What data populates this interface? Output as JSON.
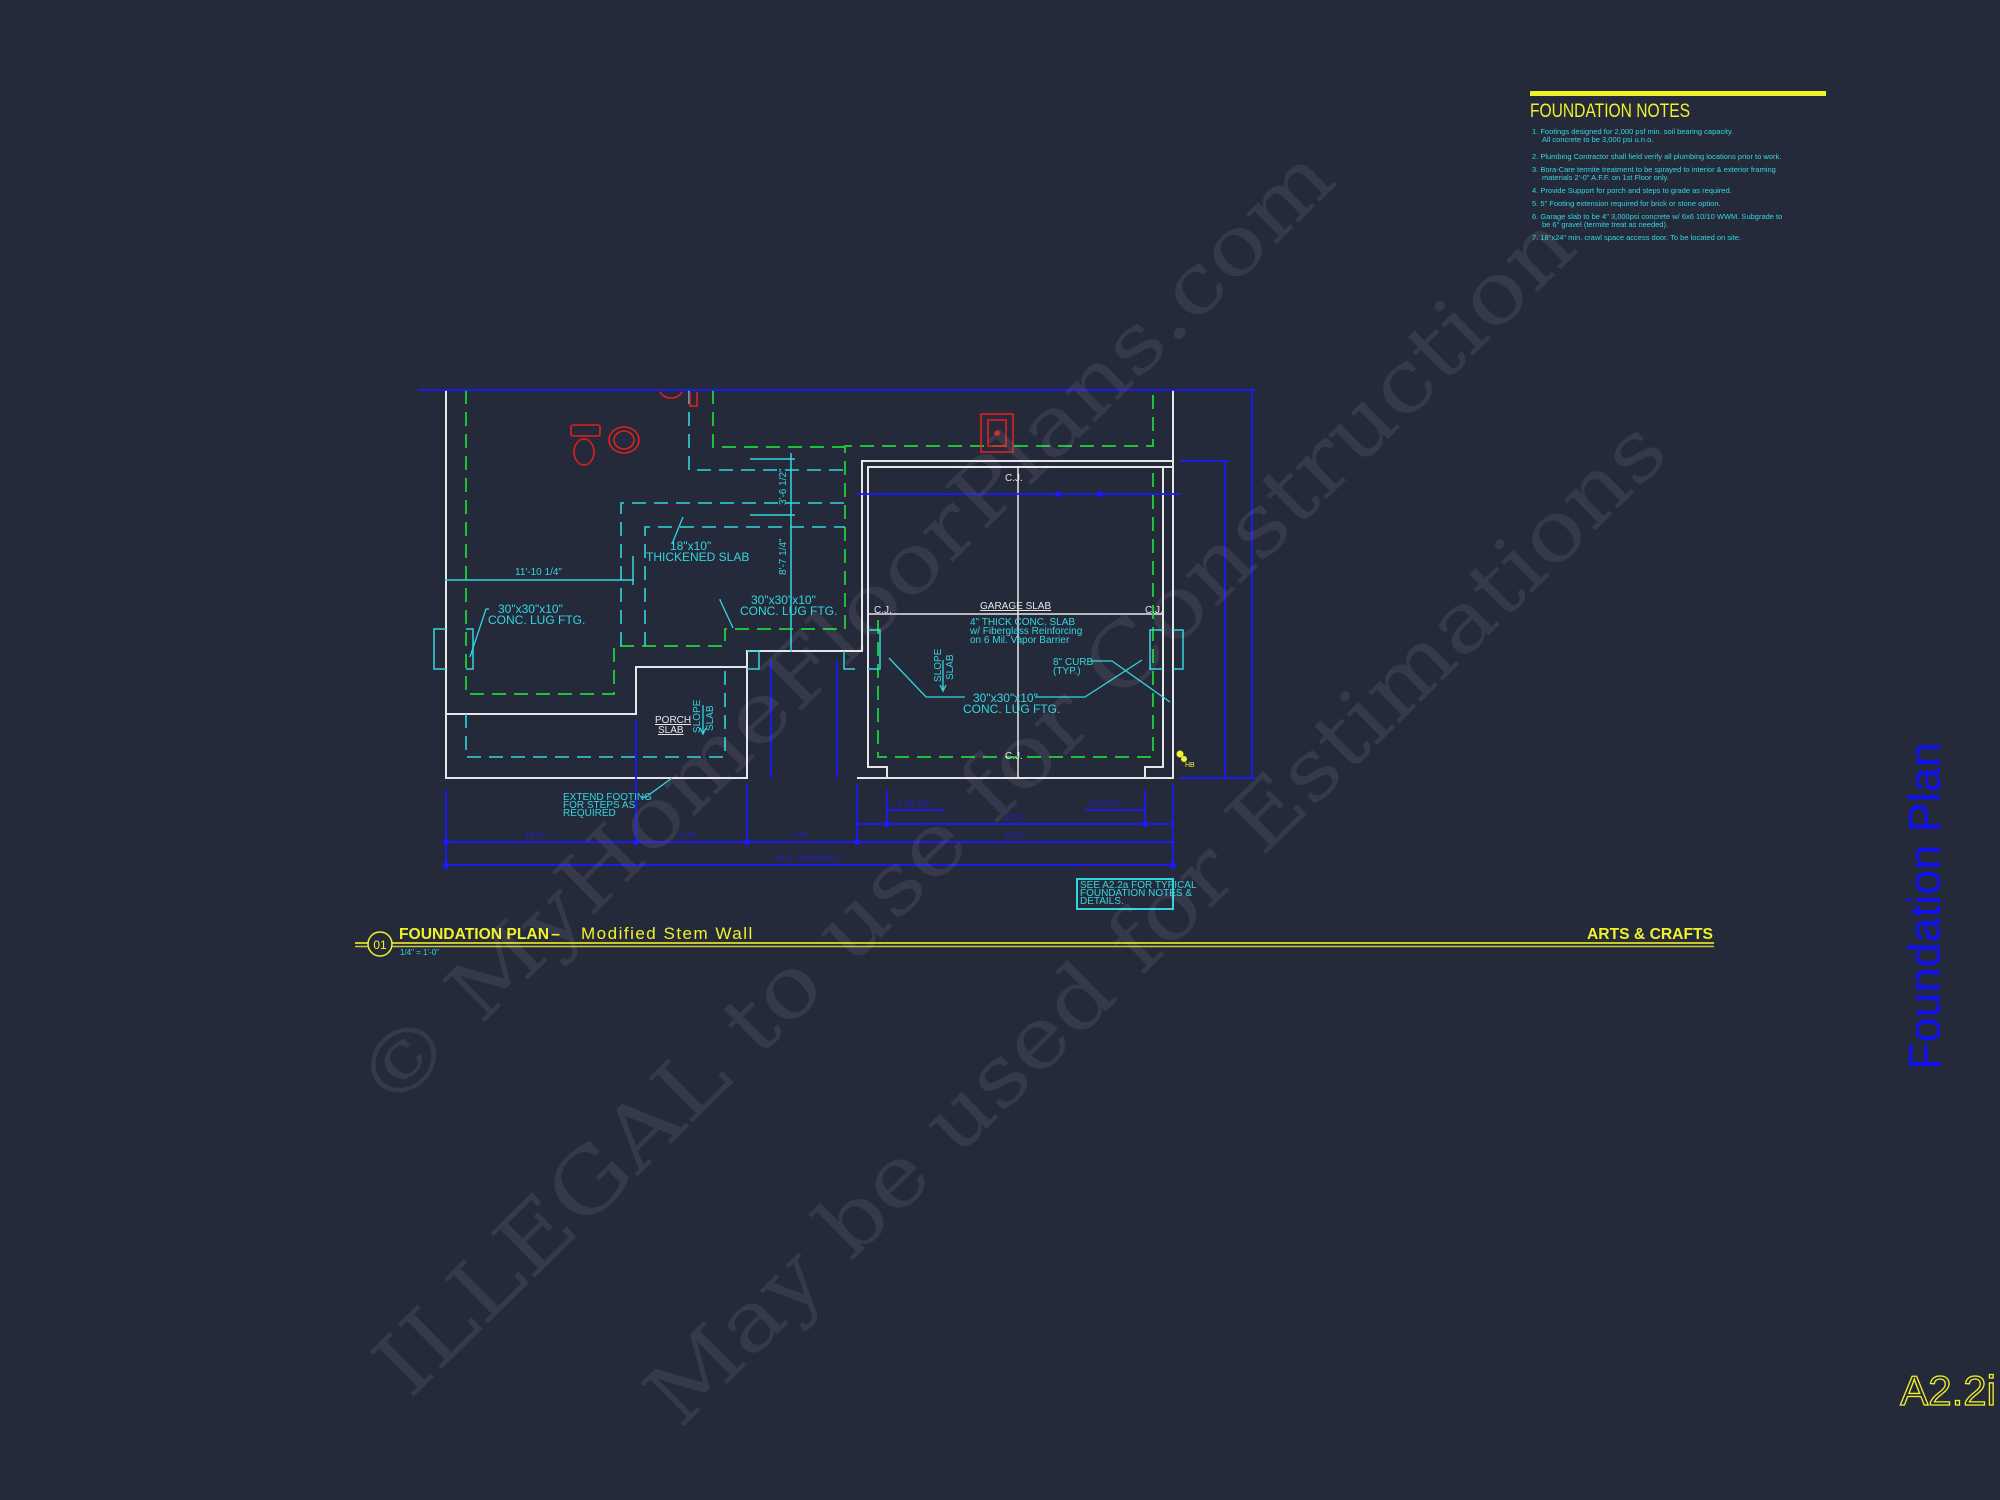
{
  "colors": {
    "background": "#252a3b",
    "wall": "#e6e6e6",
    "footing_green": "#1fbf3a",
    "footing_cyan": "#33d6e0",
    "dimension_blue": "#1a1aff",
    "fixture_red": "#e01f1f",
    "title_yellow": "#f2f22a"
  },
  "notes": {
    "title": "FOUNDATION NOTES",
    "items": [
      [
        "1. Footings designed for 2,000 psf min. soil bearing capacity.",
        "All concrete to be 3,000 psi u.n.o."
      ],
      [
        "2. Plumbing Contractor shall field verify all plumbing locations prior to work."
      ],
      [
        "3. Bora-Care termite treatment to be sprayed to interior & exterior framing",
        "materials 2'-0\" A.F.F. on 1st Floor only."
      ],
      [
        "4. Provide Support for porch and steps to grade as required."
      ],
      [
        "5. 5\" Footing extension required for brick or stone option."
      ],
      [
        "6. Garage slab to be 4\" 3,000psi concrete w/ 6x6 10/10 WWM.  Subgrade to",
        "be 6\" gravel (termite treat as needed)."
      ],
      [
        "7. 18\"x24\" min. crawl space access door. To be located on site."
      ]
    ]
  },
  "plan": {
    "labels": {
      "thickened_size": "18\"x10\"",
      "thickened": "THICKENED SLAB",
      "lug1_size": "30\"x30\"x10\"",
      "lug1": "CONC. LUG FTG.",
      "lug2_size": "30\"x30\"x10\"",
      "lug2": "CONC. LUG FTG.",
      "lug3_size": "30\"x30\"x10\"",
      "lug3": "CONC. LUG FTG.",
      "garage_slab": "GARAGE SLAB",
      "garage_spec": [
        "4\" THICK CONC. SLAB",
        "w/ Fiberglass Reinforcing",
        "on 6 Mil. Vapor Barrier"
      ],
      "curb": [
        "8\" CURB",
        "(TYP.)"
      ],
      "cj": "C.J.",
      "slope": "SLOPE",
      "slab": "SLAB",
      "porch": "PORCH",
      "porch_slab": "SLAB",
      "extend_footing": [
        "EXTEND FOOTING",
        "FOR STEPS AS",
        "REQUIRED"
      ],
      "hose_bib": "HB",
      "see_note": [
        "SEE A2.2a FOR TYPICAL",
        "FOUNDATION NOTES &",
        "DETAILS."
      ]
    },
    "dimensions": {
      "d1": "11'-10 1/4\"",
      "d2": "3'-6 1/2\"",
      "d3": "8'-7 1/4\"",
      "bottom1": "15'-0\"",
      "bottom2": "5'-8\"",
      "bottom3": "7'-0\"",
      "overall": "46'-0\" (OVERALL)",
      "garage_left": "1'-10 1/2\"",
      "garage_right": "1'-10 1/2\"",
      "garage_inner": "18'-3\"",
      "garage_total": "22'-0\""
    }
  },
  "title_block": {
    "number": "01",
    "title": "FOUNDATION PLAN",
    "dash": "–",
    "subtitle": "Modified Stem Wall",
    "scale": "1/4\" = 1'-0\"",
    "style": "ARTS & CRAFTS"
  },
  "sheet": {
    "name": "Foundation Plan",
    "number": "A2.2i"
  },
  "watermark": {
    "line1": "© MyHomeFloorPlans.com",
    "line2": "ILLEGAL to use for Construction",
    "line3": "May be used for Estimations"
  }
}
